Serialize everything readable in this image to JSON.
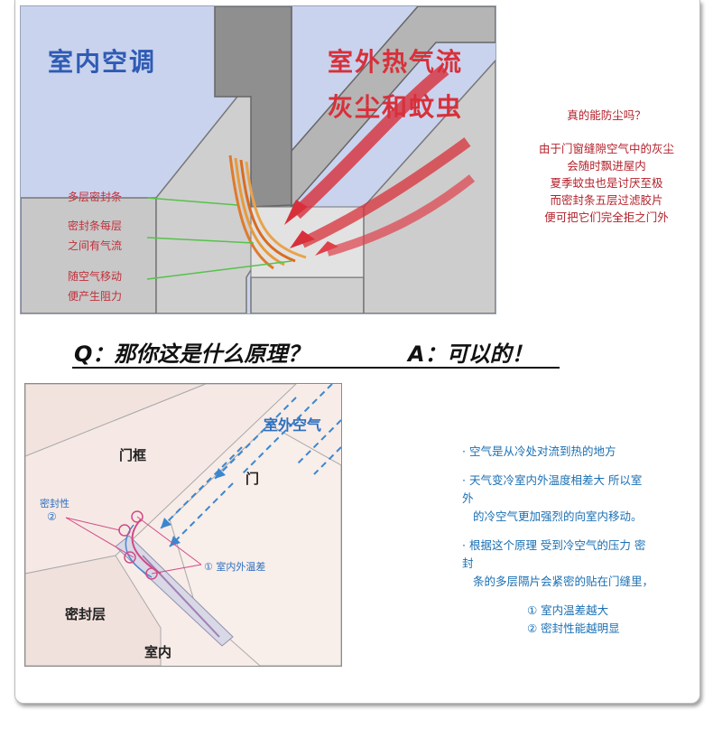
{
  "top_diagram": {
    "title_left": "室内空调",
    "title_right_line1": "室外热气流",
    "title_right_line2": "灰尘和蚊虫",
    "label_1": "多层密封条",
    "label_2a": "密封条每层",
    "label_2b": "之间有气流",
    "label_3a": "随空气移动",
    "label_3b": "便产生阻力"
  },
  "right_note_top": {
    "question": "真的能防尘吗？",
    "lines": [
      "由于门窗缝隙空气中的灰尘",
      "会随时飘进屋内",
      "夏季蚊虫也是讨厌至极",
      "而密封条五层过滤胶片",
      "便可把它们完全拒之门外"
    ]
  },
  "qa": {
    "question": "Q：那你这是什么原理？",
    "answer": "A：可以的！"
  },
  "bottom_diagram": {
    "outdoor_air": "室外空气",
    "door_frame": "门框",
    "door": "门",
    "seal_label": "密封性",
    "seal_num": "②",
    "temp_label": "①  室内外温差",
    "seal_layer": "密封层",
    "indoor": "室内"
  },
  "right_note_bottom": {
    "p1": "· 空气是从冷处对流到热的地方",
    "p2a": "· 天气变冷室内外温度相差大 所以室",
    "p2b": "外",
    "p2c": "的冷空气更加强烈的向室内移动。",
    "p3a": "· 根据这个原理 受到冷空气的压力 密",
    "p3b": "封",
    "p3c": "条的多层隔片会紧密的贴在门缝里，",
    "r1": "① 室内温差越大",
    "r2": "② 密封性能越明显"
  },
  "colors": {
    "red": "#c0303a",
    "blue": "#1a6fb3",
    "panel_bg": "#c9d3ee",
    "wall": "#c8c8c8"
  }
}
